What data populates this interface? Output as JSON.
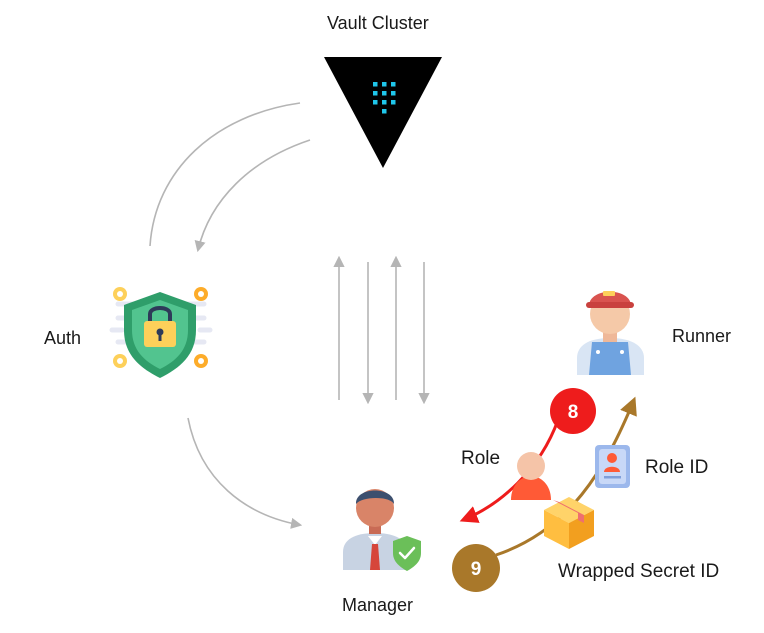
{
  "nodes": {
    "vault": {
      "label": "Vault Cluster",
      "icon": "vault-logo-icon"
    },
    "auth": {
      "label": "Auth",
      "icon": "shield-lock-icon"
    },
    "runner": {
      "label": "Runner",
      "icon": "worker-icon"
    },
    "manager": {
      "label": "Manager",
      "icon": "manager-icon"
    }
  },
  "flows": {
    "role": {
      "label": "Role",
      "icon": "person-icon",
      "step": "8",
      "color": "#ee1c1c"
    },
    "role_id": {
      "label": "Role ID",
      "icon": "id-card-icon"
    },
    "wrapped_secret": {
      "label": "Wrapped Secret ID",
      "icon": "package-icon",
      "step": "9",
      "color": "#a9782a"
    }
  },
  "colors": {
    "connector": "#b5b5b5",
    "vault_fill": "#000000",
    "vault_dots": "#1fc6ea"
  }
}
